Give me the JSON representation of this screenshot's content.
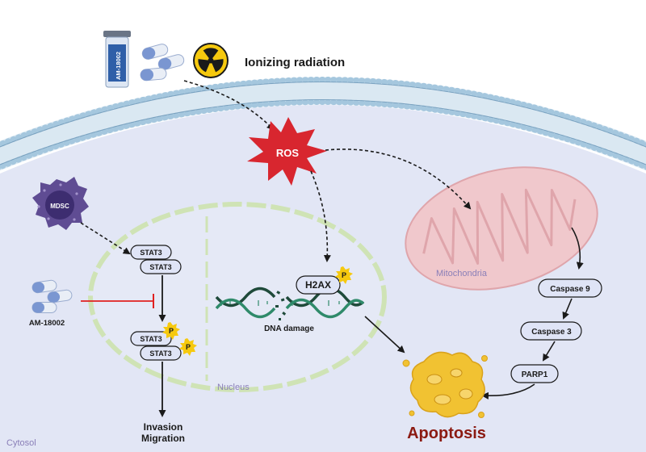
{
  "top": {
    "drug_vial_label": "AM-18002",
    "radiation_label": "Ionizing radiation"
  },
  "ros_label": "ROS",
  "mdsc_label": "MDSC",
  "nucleus": {
    "label": "Nucleus",
    "stat3_label": "STAT3",
    "p_label": "P",
    "h2ax_label": "H2AX",
    "dna_damage_label": "DNA damage"
  },
  "left_drug_label": "AM-18002",
  "outcome_label_line1": "Invasion",
  "outcome_label_line2": "Migration",
  "mitochondria_label": "Mitochondria",
  "cascade": [
    "Caspase 9",
    "Caspase 3",
    "PARP1"
  ],
  "apoptosis_label": "Apoptosis",
  "cytosol_label": "Cytosol",
  "colors": {
    "cytosol": "#e2e6f5",
    "membrane_head": "#9fc3dc",
    "ros": "#d8262f",
    "mdsc": "#6a5a9c",
    "mitochondria": "#f0c8cc",
    "nucleus_border": "#cfe3b5",
    "dna_dark": "#1f4a3a",
    "dna_light": "#2f8a6a",
    "stat3_box": "#dfe4f6",
    "p_badge": "#f6c90e",
    "inhibit": "#e02020",
    "apoptosis": "#8b1a12",
    "apoptotic_body": "#f1c232"
  }
}
